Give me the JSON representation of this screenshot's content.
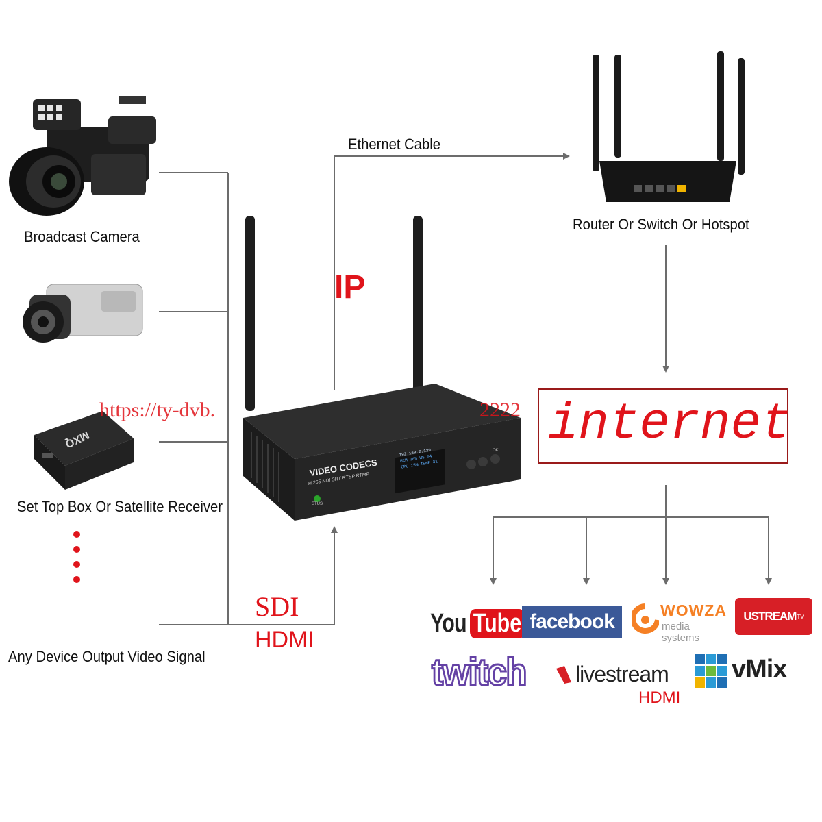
{
  "sources": {
    "camera_label": "Broadcast Camera",
    "stb_label": "Set Top Box Or Satellite Receiver",
    "stb_brand": "MXQ",
    "any_label": "Any Device Output Video Signal"
  },
  "connections": {
    "ethernet_label": "Ethernet Cable",
    "ip_label": "IP",
    "sdi_label": "SDI",
    "hdmi_label": "HDMI"
  },
  "router": {
    "label": "Router Or Switch Or Hotspot"
  },
  "internet_label": "internet",
  "watermark": "https://ty-dvb.",
  "watermark_tail": "2222",
  "encoder": {
    "brand": "VIDEO CODECS",
    "protocols": "H.265 NDI SRT RTSP RTMP",
    "stus": "STUS",
    "display_ip": "192.168.2.139",
    "display_mem": "MEM 30%",
    "display_ws": "WS 04",
    "display_cpu": "CPU 15%",
    "display_temp": "TEMP 31",
    "btn_ok": "OK"
  },
  "platforms": {
    "youtube_you": "You",
    "youtube_tube": "Tube",
    "facebook": "facebook",
    "wowza": "WOWZA",
    "wowza_sub": "media systems",
    "ustream": "USTREAM",
    "ustream_tv": "TV",
    "twitch": "twitch",
    "livestream": "livestream",
    "livestream_sub": "HDMI",
    "vmix": "vMix"
  },
  "colors": {
    "red": "#e0141b",
    "line": "#6c6c6c",
    "facebook": "#3b5998",
    "twitch": "#6441a5",
    "wowza": "#f58025",
    "ustream": "#d71f26"
  }
}
